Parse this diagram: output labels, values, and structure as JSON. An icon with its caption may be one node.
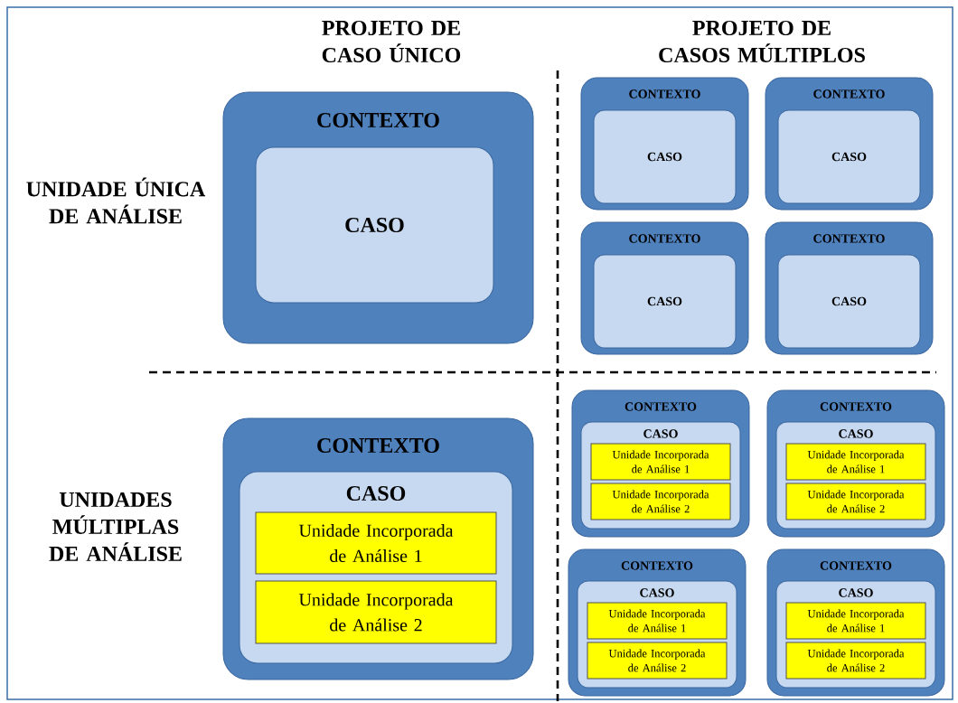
{
  "diagram": {
    "nodes": [
      {
        "text": [
          "CONTEXTO"
        ]
      },
      {
        "text": [
          "CASO"
        ],
        "in": 0
      },
      {
        "text": [
          "CONTEXTO"
        ]
      },
      {
        "text": [
          "CASO"
        ],
        "in": 2
      },
      {
        "text": [
          "CONTEXTO"
        ]
      },
      {
        "text": [
          "CASO"
        ],
        "in": 4
      },
      {
        "text": [
          "CONTEXTO"
        ]
      },
      {
        "text": [
          "CASO"
        ],
        "in": 6
      },
      {
        "text": [
          "CONTEXTO"
        ]
      },
      {
        "text": [
          "CASO"
        ],
        "in": 8
      },
      {
        "text": [
          "CONTEXTO"
        ]
      },
      {
        "text": [
          "CASO"
        ],
        "in": 10
      },
      {
        "text": [
          "Unidade Incorporada de Análise 1"
        ],
        "in": 11
      },
      {
        "text": [
          "Unidade Incorporada de Análise 2"
        ],
        "in": 11
      },
      {
        "text": [
          "CONTEXTO"
        ]
      },
      {
        "text": [
          "CASO"
        ],
        "in": 14
      },
      {
        "text": [
          "Unidade Incorporada de Análise 1"
        ],
        "in": 15
      },
      {
        "text": [
          "Unidade Incorporada de Análise 2"
        ],
        "in": 15
      },
      {
        "text": [
          "CONTEXTO"
        ]
      },
      {
        "text": [
          "CASO"
        ],
        "in": 18
      },
      {
        "text": [
          "Unidade Incorporada de Análise 1"
        ],
        "in": 19
      },
      {
        "text": [
          "Unidade Incorporada de Análise 2"
        ],
        "in": 19
      },
      {
        "text": [
          "CONTEXTO"
        ]
      },
      {
        "text": [
          "CASO"
        ],
        "in": 22
      },
      {
        "text": [
          "Unidade Incorporada de Análise 1"
        ],
        "in": 23
      },
      {
        "text": [
          "Unidade Incorporada de Análise 2"
        ],
        "in": 23
      },
      {
        "text": [
          "CONTEXTO"
        ]
      },
      {
        "text": [
          "CASO"
        ],
        "in": 26
      },
      {
        "text": [
          "Unidade Incorporada de Análise 1"
        ],
        "in": 27
      },
      {
        "text": [
          "Unidade Incorporada de Análise 2"
        ],
        "in": 27
      }
    ],
    "labels": [
      "PROJETO DE CASO ÚNICO",
      "PROJETO DE CASOS MÚLTIPLOS",
      "UNIDADE ÚNICA DE ANÁLISE",
      "UNIDADES MÚLTIPLAS DE ANÁLISE"
    ]
  }
}
